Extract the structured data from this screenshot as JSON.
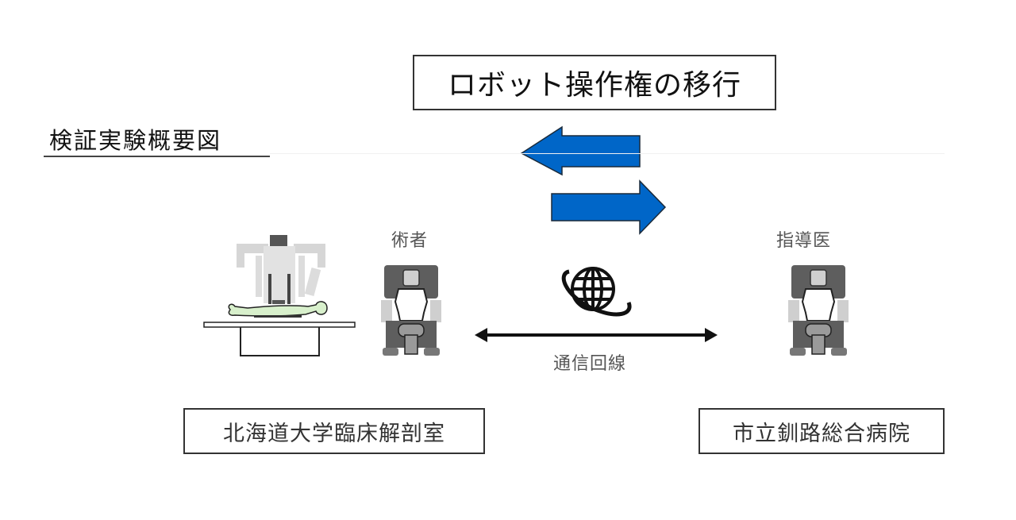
{
  "title": "ロボット操作権の移行",
  "section_heading": "検証実験概要図",
  "left_site": {
    "role_label": "術者",
    "name": "北海道大学臨床解剖室",
    "illustrations": [
      "surgical-robot-icon",
      "patient-on-table-icon",
      "surgeon-console-icon"
    ]
  },
  "right_site": {
    "role_label": "指導医",
    "name": "市立釧路総合病院",
    "illustrations": [
      "surgeon-console-icon"
    ]
  },
  "link": {
    "label": "通信回線",
    "icon": "globe-network-icon"
  },
  "control_transfer_arrows": {
    "directions": [
      "left",
      "right"
    ],
    "color": "#0066c8"
  },
  "colors": {
    "site_border": "#b9cde4",
    "patient_fill": "#d8f0cc",
    "robot_gray": "#d8d8d8",
    "console_gray": "#6a6a6a"
  }
}
